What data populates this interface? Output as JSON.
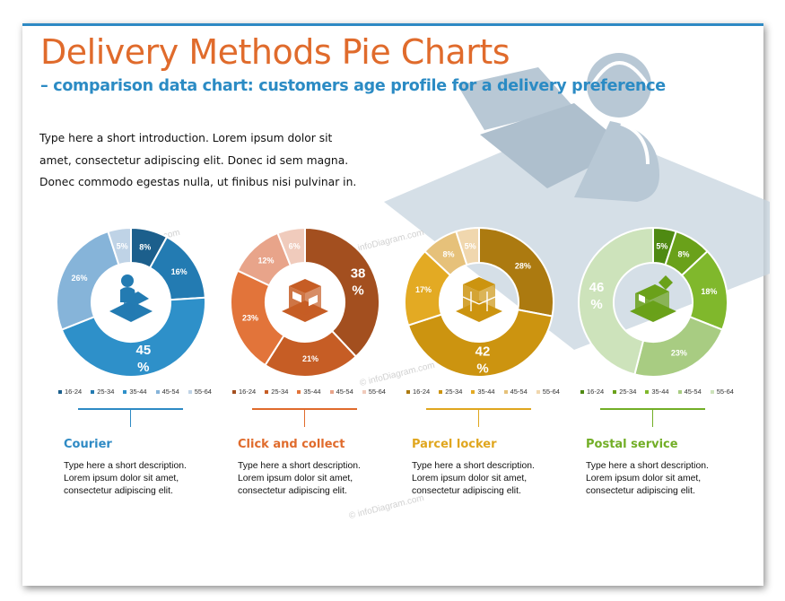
{
  "header": {
    "title": "Delivery Methods Pie Charts",
    "subtitle": "– comparison data chart: customers age profile for a delivery preference",
    "intro": "Type here a short introduction. Lorem ipsum dolor sit amet, consectetur adipiscing elit. Donec id sem magna. Donec commodo egestas nulla, ut finibus nisi pulvinar in."
  },
  "watermark": "© infoDiagram.com",
  "icons": [
    "courier-icon",
    "click-and-collect-store-icon",
    "parcel-locker-icon",
    "postal-office-icon",
    "person-with-laptop-illustration"
  ],
  "chart_data": [
    {
      "type": "pie",
      "title": "Courier",
      "categories": [
        "16-24",
        "25-34",
        "35-44",
        "45-54",
        "55-64"
      ],
      "values": [
        8,
        16,
        45,
        26,
        5
      ],
      "labels": [
        "8%",
        "16%",
        "45\n%",
        "26%",
        "5%"
      ],
      "colors": [
        "#1c5f8c",
        "#237bb2",
        "#2e90c9",
        "#86b4d9",
        "#bfd3e6"
      ],
      "accent": "#2e8ac4",
      "description": "Type here a short description. Lorem ipsum dolor sit amet, consectetur adipiscing elit."
    },
    {
      "type": "pie",
      "title": "Click and collect",
      "categories": [
        "16-24",
        "25-34",
        "35-44",
        "45-54",
        "55-64"
      ],
      "values": [
        38,
        21,
        23,
        12,
        6
      ],
      "labels": [
        "38\n%",
        "21%",
        "23%",
        "12%",
        "6%"
      ],
      "colors": [
        "#a34f1f",
        "#c65d25",
        "#e2743a",
        "#e8a48a",
        "#f0cbbc"
      ],
      "accent": "#e06b2c",
      "description": "Type here a short description. Lorem ipsum dolor sit amet, consectetur adipiscing elit."
    },
    {
      "type": "pie",
      "title": "Parcel locker",
      "categories": [
        "16-24",
        "25-34",
        "35-44",
        "45-54",
        "55-64"
      ],
      "values": [
        28,
        42,
        17,
        8,
        5
      ],
      "labels": [
        "28%",
        "42\n%",
        "17%",
        "8%",
        "5%"
      ],
      "colors": [
        "#ac7a10",
        "#cc9410",
        "#e3aa23",
        "#e6c17a",
        "#f0d7ae"
      ],
      "accent": "#e0a61e",
      "description": "Type here a short description. Lorem ipsum dolor sit amet, consectetur adipiscing elit."
    },
    {
      "type": "pie",
      "title": "Postal service",
      "categories": [
        "16-24",
        "25-34",
        "35-44",
        "45-54",
        "55-64"
      ],
      "values": [
        5,
        8,
        18,
        23,
        46
      ],
      "labels": [
        "5%",
        "8%",
        "18%",
        "23%",
        "46\n%"
      ],
      "colors": [
        "#4f8a12",
        "#6aa11a",
        "#80b82c",
        "#a8cc82",
        "#cde3bb"
      ],
      "accent": "#72ae26",
      "description": "Type here a short description. Lorem ipsum dolor sit amet, consectetur adipiscing elit."
    }
  ]
}
